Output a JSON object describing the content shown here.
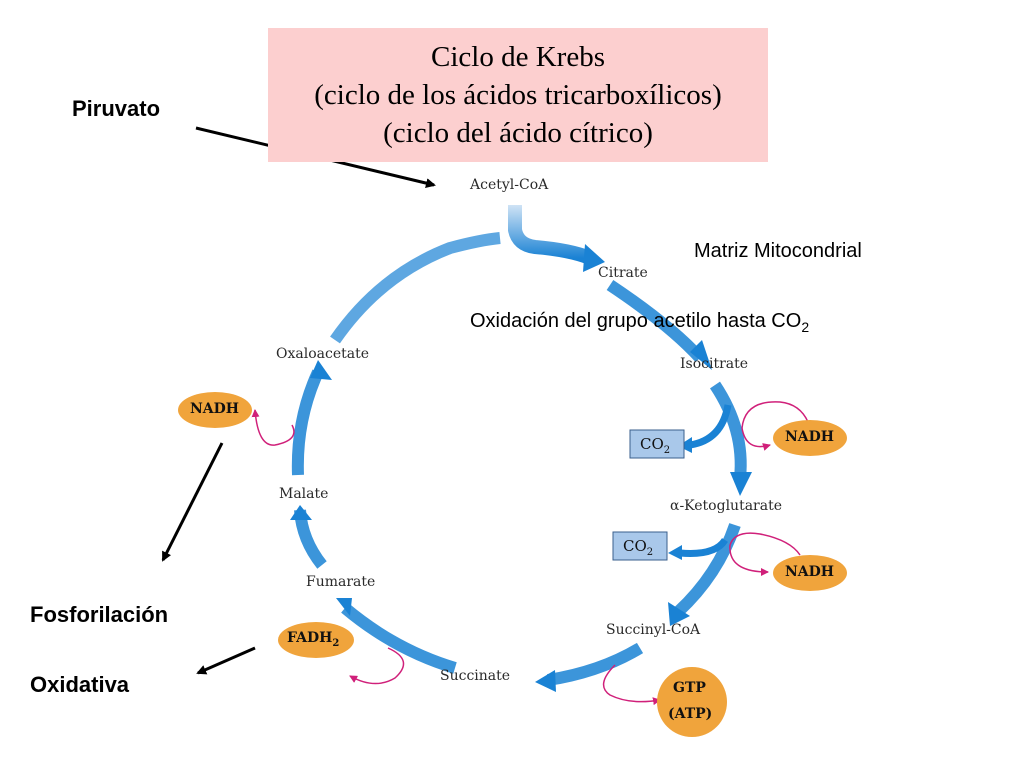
{
  "title": {
    "line1": "Ciclo de Krebs",
    "line2": "(ciclo de los ácidos tricarboxílicos)",
    "line3": "(ciclo del ácido cítrico)"
  },
  "labels": {
    "piruvato": "Piruvato",
    "matriz": "Matriz Mitocondrial",
    "oxidacion": "Oxidación del grupo acetilo hasta CO",
    "oxidacion_sub": "2",
    "fosforilacion": "Fosforilación",
    "oxidativa": "Oxidativa"
  },
  "metabolites": {
    "acetyl_coa": "Acetyl-CoA",
    "citrate": "Citrate",
    "isocitrate": "Isocitrate",
    "ketoglutarate": "α-Ketoglutarate",
    "succinyl_coa": "Succinyl-CoA",
    "succinate": "Succinate",
    "fumarate": "Fumarate",
    "malate": "Malate",
    "oxaloacetate": "Oxaloacetate"
  },
  "products": {
    "co2": "CO",
    "co2_sub": "2",
    "nadh": "NADH",
    "fadh": "FADH",
    "fadh_sub": "2",
    "gtp": "GTP",
    "atp": "(ATP)"
  },
  "colors": {
    "title_bg": "#fccfcf",
    "cycle_blue": "#1a82d4",
    "oval_orange": "#f0a43c",
    "co2_box": "#a9c8ea",
    "magenta_arrow": "#d0207a"
  }
}
